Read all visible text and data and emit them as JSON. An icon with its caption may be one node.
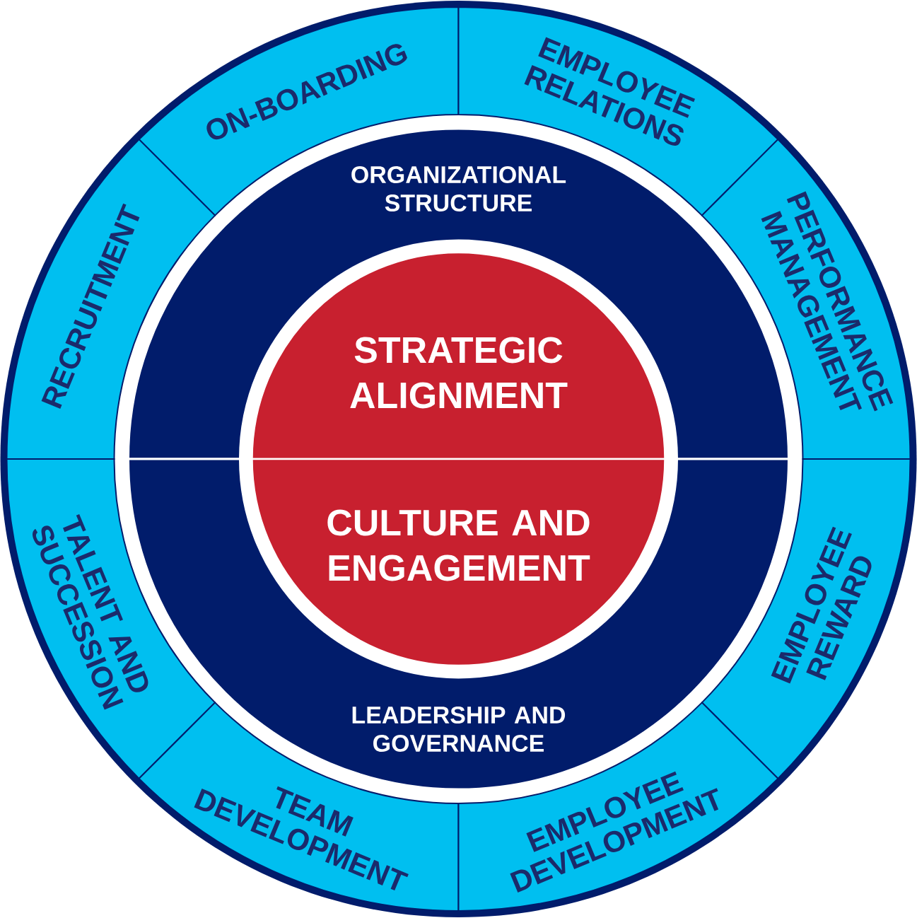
{
  "diagram": {
    "nodes": [
      {
        "text": [
          "ON-BOARDING"
        ]
      },
      {
        "text": [
          "EMPLOYEE RELATIONS"
        ]
      },
      {
        "text": [
          "RECRUITMENT"
        ]
      },
      {
        "text": [
          "PERFORMANCE MANAGEMENT"
        ]
      },
      {
        "text": [
          "ORGANIZATIONAL STRUCTURE"
        ]
      },
      {
        "text": [
          "STRATEGIC ALIGNMENT"
        ]
      },
      {
        "text": [
          "CULTURE AND ENGAGEMENT"
        ]
      },
      {
        "text": [
          "LEADERSHIP AND GOVERNANCE"
        ]
      },
      {
        "text": [
          "TALENT AND SUCCESSION"
        ]
      },
      {
        "text": [
          "EMPLOYEE REWARD"
        ]
      },
      {
        "text": [
          "TEAM DEVELOPMENT"
        ]
      },
      {
        "text": [
          "EMPLOYEE DEVELOPMENT"
        ]
      }
    ]
  }
}
